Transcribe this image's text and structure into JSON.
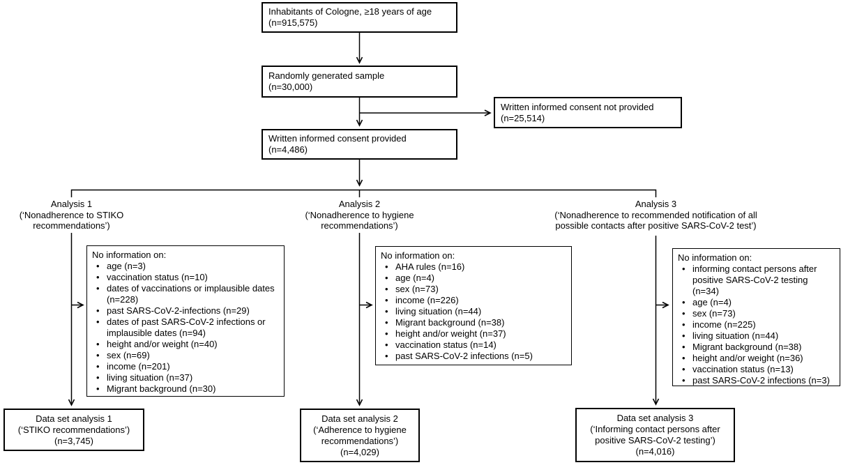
{
  "flow": {
    "population_box": "Inhabitants of Cologne, ≥18 years of age\n(n=915,575)",
    "sample_box": "Randomly generated sample\n(n=30,000)",
    "consent_not_provided_box": "Written informed consent not provided\n(n=25,514)",
    "consent_provided_box": "Written informed consent provided\n(n=4,486)"
  },
  "analyses": [
    {
      "heading": "Analysis 1\n(‘Nonadherence to STIKO\nrecommendations’)",
      "exclusions_title": "No information on:",
      "exclusions": [
        "age (n=3)",
        "vaccination status (n=10)",
        "dates of vaccinations or implausible dates (n=228)",
        "past SARS-CoV-2-infections (n=29)",
        "dates of past SARS-CoV-2 infections or implausible dates (n=94)",
        "height and/or weight (n=40)",
        "sex (n=69)",
        "income (n=201)",
        "living situation (n=37)",
        "Migrant background (n=30)"
      ],
      "dataset_box": "Data set analysis 1\n(‘STIKO recommendations’)\n(n=3,745)"
    },
    {
      "heading": "Analysis 2\n(‘Nonadherence to hygiene\nrecommendations’)",
      "exclusions_title": "No information on:",
      "exclusions": [
        "AHA rules (n=16)",
        "age (n=4)",
        "sex (n=73)",
        "income (n=226)",
        "living situation (n=44)",
        "Migrant background (n=38)",
        "height and/or weight (n=37)",
        "vaccination status (n=14)",
        "past SARS-CoV-2 infections (n=5)"
      ],
      "dataset_box": "Data set analysis 2\n(‘Adherence to hygiene\nrecommendations’)\n(n=4,029)"
    },
    {
      "heading": "Analysis 3\n(‘Nonadherence to recommended notification of all\npossible contacts after positive SARS-CoV-2 test’)",
      "exclusions_title": "No information on:",
      "exclusions": [
        "informing contact persons after positive SARS-CoV-2 testing (n=34)",
        "age (n=4)",
        "sex (n=73)",
        "income (n=225)",
        "living situation (n=44)",
        "Migrant background (n=38)",
        "height and/or weight (n=36)",
        "vaccination status (n=13)",
        "past SARS-CoV-2 infections (n=3)"
      ],
      "dataset_box": "Data set analysis 3\n(‘Informing contact persons after\npositive SARS-CoV-2 testing’)\n(n=4,016)"
    }
  ],
  "colors": {
    "line": "#000000",
    "background": "#ffffff",
    "text": "#000000"
  }
}
